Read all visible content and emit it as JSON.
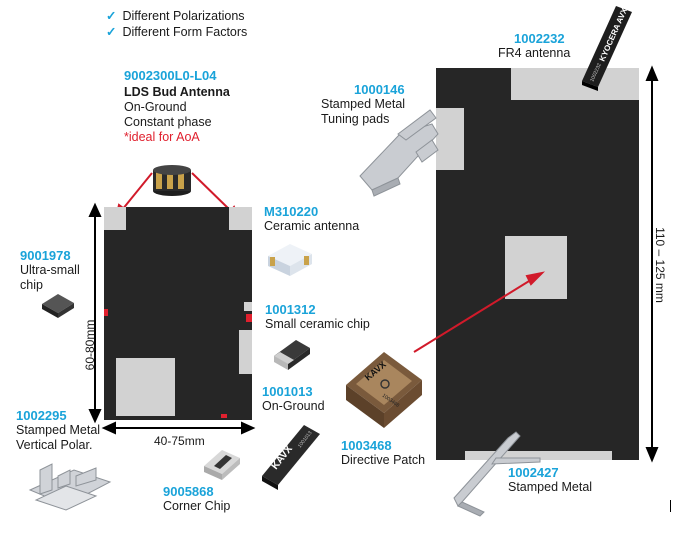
{
  "features": [
    "Different Polarizations",
    "Different Form Factors"
  ],
  "lds": {
    "pn": "9002300L0-L04",
    "name": "LDS Bud Antenna",
    "l1": "On-Ground",
    "l2": "Constant phase",
    "note": "*ideal for AoA"
  },
  "m310220": {
    "pn": "M310220",
    "desc": "Ceramic antenna"
  },
  "p9001978": {
    "pn": "9001978",
    "l1": "Ultra-small",
    "l2": "chip"
  },
  "p1001312": {
    "pn": "1001312",
    "desc": "Small ceramic chip"
  },
  "p1001013": {
    "pn": "1001013",
    "desc": "On-Ground"
  },
  "p1002295": {
    "pn": "1002295",
    "l1": "Stamped Metal",
    "l2": "Vertical Polar."
  },
  "p9005868": {
    "pn": "9005868",
    "desc": "Corner Chip"
  },
  "p1003468": {
    "pn": "1003468",
    "desc": "Directive Patch",
    "chip_brand": "KAVX",
    "chip_code": "1003468"
  },
  "p1000146": {
    "pn": "1000146",
    "l1": "Stamped Metal",
    "l2": "Tuning pads"
  },
  "p1002232": {
    "pn": "1002232",
    "desc": "FR4 antenna",
    "chip_brand": "KYOCERA AVX",
    "chip_code": "1002232"
  },
  "p1002427": {
    "pn": "1002427",
    "desc": "Stamped Metal"
  },
  "p1001013_chip": {
    "brand": "KAVX",
    "code": "1001013"
  },
  "dims": {
    "small_h": "60-80mm",
    "small_w": "40-75mm",
    "large_h": "110 – 125 mm"
  }
}
